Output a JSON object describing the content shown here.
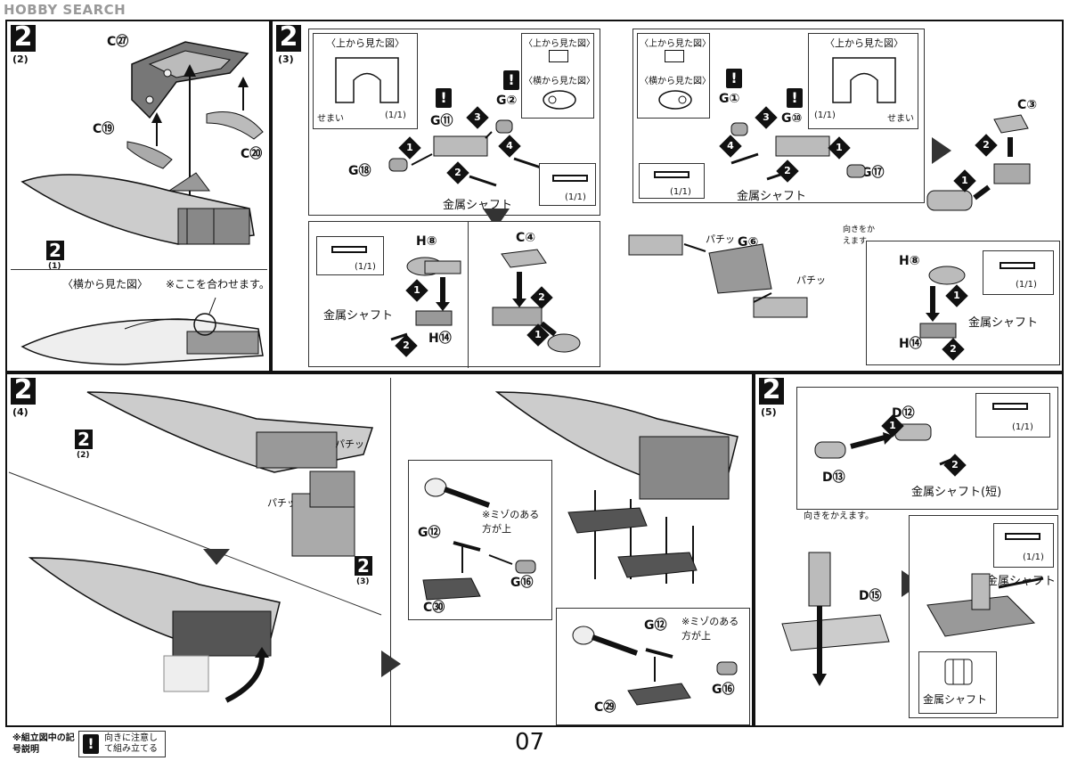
{
  "watermark": "HOBBY SEARCH",
  "page_number": "07",
  "legend": {
    "note": "※組立図中の記号説明",
    "warn_symbol": "!",
    "warn_text": "向きに注意して組み立てる"
  },
  "steps": {
    "s2_2": {
      "num": "2",
      "sub": "(2)"
    },
    "s2_3": {
      "num": "2",
      "sub": "(3)"
    },
    "s2_4": {
      "num": "2",
      "sub": "(4)"
    },
    "s2_5": {
      "num": "2",
      "sub": "(5)"
    }
  },
  "panel22": {
    "parts": {
      "c27": "C",
      "c27n": "㉗",
      "c19": "C",
      "c19n": "⑲",
      "c20": "C",
      "c20n": "⑳"
    },
    "ref": {
      "num": "2",
      "sub": "(1)"
    },
    "side_view": "〈横から見た図〉",
    "align_note": "※ここを合わせます。"
  },
  "panel23": {
    "top_view": "〈上から見た図〉",
    "side_view": "〈横から見た図〉",
    "narrow": "せまい",
    "scale": "(1/1)",
    "metal_shaft": "金属シャフト",
    "parts_left": {
      "g11": "G⑪",
      "g2": "G②",
      "g18": "G⑱",
      "h8": "H⑧",
      "h14": "H⑭",
      "c4": "C④"
    },
    "parts_right": {
      "g1": "G①",
      "g10": "G⑩",
      "g17": "G⑰",
      "c3": "C③",
      "g6": "G⑥",
      "h8": "H⑧",
      "h14": "H⑭"
    },
    "turn_note": "向きをかえます。",
    "snap": "パチッ"
  },
  "panel24": {
    "ref_top": {
      "num": "2",
      "sub": "(2)"
    },
    "ref_mid": {
      "num": "2",
      "sub": "(3)"
    },
    "snap": "パチッ",
    "groove_note": "※ミゾのある方が上",
    "parts_a": {
      "g12": "G⑫",
      "g16": "G⑯",
      "c30": "C㉚"
    },
    "parts_b": {
      "g12": "G⑫",
      "g16": "G⑯",
      "c29": "C㉙"
    }
  },
  "panel25": {
    "parts": {
      "d12": "D⑫",
      "d13": "D⑬",
      "d15": "D⑮"
    },
    "scale": "(1/1)",
    "metal_shaft_short": "金属シャフト(短)",
    "metal_shaft": "金属シャフト",
    "turn_note": "向きをかえます。"
  },
  "order": {
    "o1": "1",
    "o2": "2",
    "o3": "3",
    "o4": "4"
  }
}
